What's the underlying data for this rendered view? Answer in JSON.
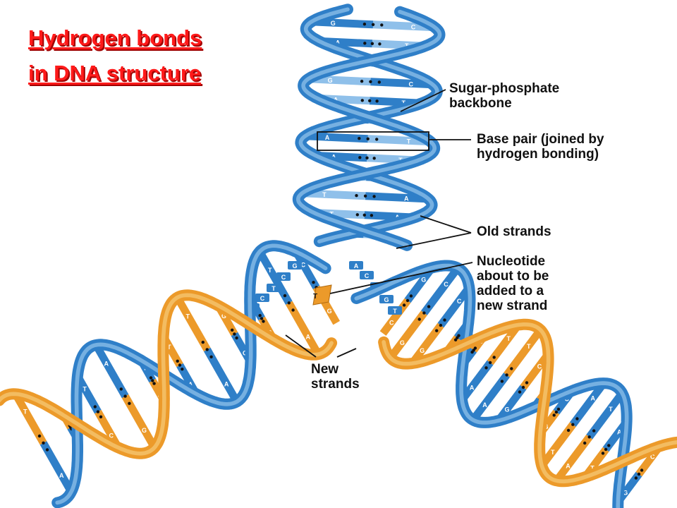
{
  "title": {
    "line1": "Hydrogen bonds",
    "line2": "in DNA structure",
    "color": "#ff1a1a"
  },
  "labels": {
    "backbone_l1": "Sugar-phosphate",
    "backbone_l2": "backbone",
    "basepair_l1": "Base pair (joined by",
    "basepair_l2": "hydrogen bonding)",
    "old_strands": "Old strands",
    "nucleotide_l1": "Nucleotide",
    "nucleotide_l2": "about to be",
    "nucleotide_l3": "added to a",
    "nucleotide_l4": "new strand",
    "new_l1": "New",
    "new_l2": "strands"
  },
  "colors": {
    "old_strand": "#2f7fc8",
    "old_strand_light": "#8fc0ea",
    "new_strand": "#ec9a2a",
    "new_strand_light": "#f6c774",
    "leader_line": "#111111"
  },
  "parental_pairs": [
    {
      "left": "G",
      "right": "C"
    },
    {
      "left": "A",
      "right": "T"
    },
    {
      "left": "C",
      "right": "G"
    },
    {
      "left": "C",
      "right": "G"
    },
    {
      "left": "T",
      "right": "A"
    },
    {
      "left": "C",
      "right": "G"
    },
    {
      "left": "A",
      "right": "T"
    },
    {
      "left": "A",
      "right": "T"
    },
    {
      "left": "G",
      "right": "C"
    },
    {
      "left": "A",
      "right": "T"
    },
    {
      "left": "A",
      "right": "T"
    },
    {
      "left": "T",
      "right": "A"
    }
  ],
  "fork_bases": [
    "G",
    "C",
    "T",
    "C",
    "G",
    "A",
    "C",
    "C",
    "G",
    "T"
  ],
  "incoming_nucleotide": "T",
  "left_daughter_pairs": [
    {
      "left": "C",
      "right": "G"
    },
    {
      "left": "T",
      "right": "A"
    },
    {
      "left": "C",
      "right": "G"
    },
    {
      "left": "C",
      "right": "G"
    },
    {
      "left": "A",
      "right": "T"
    },
    {
      "left": "A",
      "right": "T"
    },
    {
      "left": "T",
      "right": "A"
    },
    {
      "left": "A",
      "right": "G"
    },
    {
      "left": "T",
      "right": "C"
    },
    {
      "left": "C",
      "right": "G"
    },
    {
      "left": "A",
      "right": "T"
    }
  ],
  "right_daughter_pairs": [
    {
      "left": "G",
      "right": "C"
    },
    {
      "left": "C",
      "right": "G"
    },
    {
      "left": "C",
      "right": "G"
    },
    {
      "left": "T",
      "right": "A"
    },
    {
      "left": "C",
      "right": "G"
    },
    {
      "left": "A",
      "right": "T"
    },
    {
      "left": "A",
      "right": "T"
    },
    {
      "left": "G",
      "right": "C"
    },
    {
      "left": "G",
      "right": "C"
    },
    {
      "left": "C",
      "right": "G"
    },
    {
      "left": "A",
      "right": "T"
    },
    {
      "left": "T",
      "right": "A"
    },
    {
      "left": "A",
      "right": "T"
    },
    {
      "left": "C",
      "right": "G"
    },
    {
      "left": "G",
      "right": "C"
    }
  ]
}
